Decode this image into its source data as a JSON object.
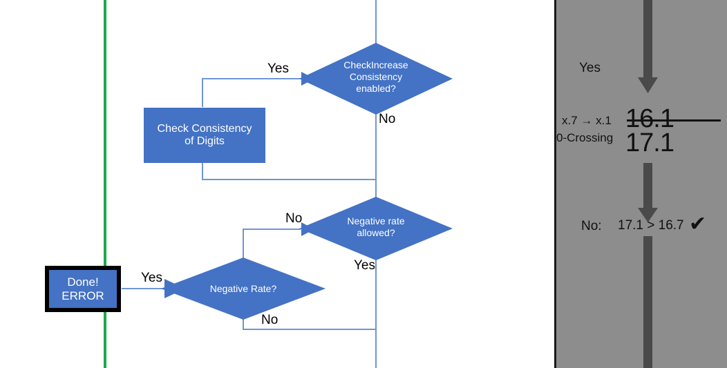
{
  "flowchart": {
    "decisions": [
      {
        "id": "check-increase-consistency",
        "text": "CheckIncrease\nConsistency\nenabled?"
      },
      {
        "id": "negative-rate-allowed",
        "text": "Negative rate\nallowed?"
      },
      {
        "id": "negative-rate",
        "text": "Negative Rate?"
      }
    ],
    "processes": [
      {
        "id": "check-consistency-of-digits",
        "text": "Check Consistency\nof Digits"
      }
    ],
    "terminators": [
      {
        "id": "done-error",
        "line1": "Done!",
        "line2": "ERROR"
      }
    ],
    "edge_labels": [
      {
        "id": "yes-check-increase",
        "text": "Yes"
      },
      {
        "id": "no-check-increase",
        "text": "No"
      },
      {
        "id": "no-negative-rate-allowed",
        "text": "No"
      },
      {
        "id": "yes-negative-rate-allowed",
        "text": "Yes"
      },
      {
        "id": "no-negative-rate",
        "text": "No"
      },
      {
        "id": "yes-done-error",
        "text": "Yes"
      }
    ]
  },
  "annotation_panel": {
    "branch_label": "Yes",
    "rows": [
      {
        "label": "x.7 → x.1",
        "value": "16.1",
        "struck": true
      },
      {
        "label": "0-Crossing",
        "value": "17.1",
        "struck": false
      }
    ],
    "result": {
      "prefix": "No:",
      "comparison": "17.1 > 16.7",
      "mark": "✔"
    }
  },
  "colors": {
    "shape_blue": "#4472C4",
    "connector_blue": "#6f95d2",
    "green_line": "#1EA84C",
    "panel_gray": "#8d8d8d",
    "arrow_gray": "#4a4a4a",
    "text_dark": "#111111"
  }
}
